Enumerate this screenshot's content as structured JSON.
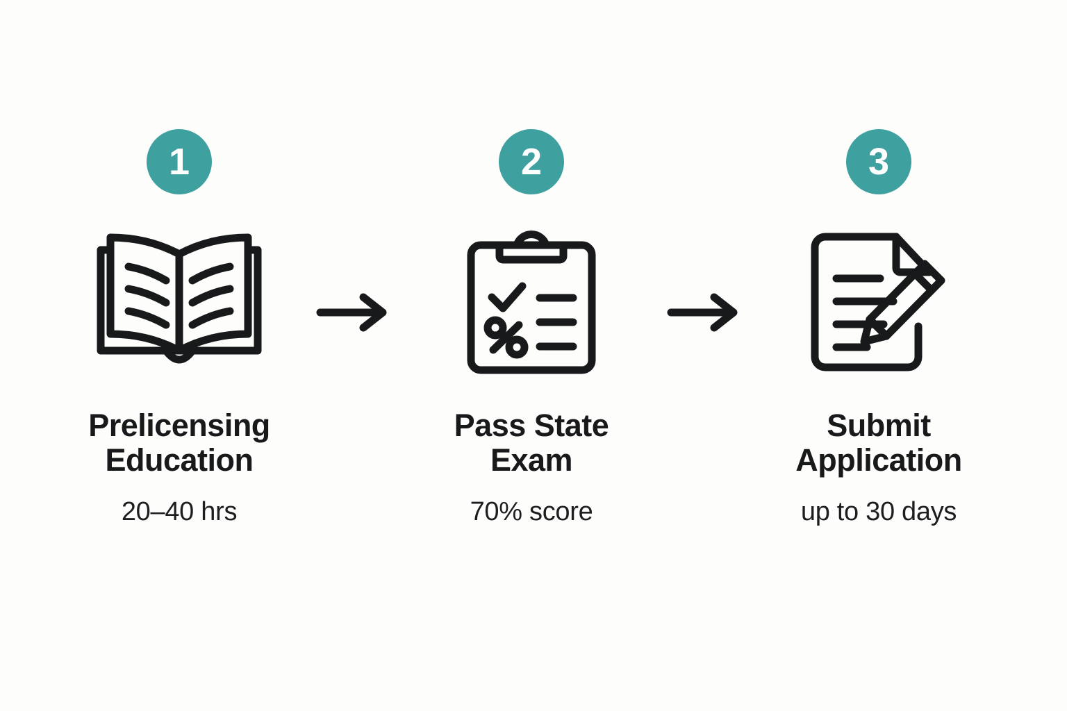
{
  "background_color": "#FDFDFC",
  "accent_color": "#3FA0A0",
  "text_color": "#18191A",
  "icon_color": "#18191A",
  "diagram": {
    "type": "horizontal-process-flow",
    "step_count": 3,
    "connector": "arrow-right",
    "steps": [
      {
        "number": "1",
        "icon": "open-book-icon",
        "title": "Prelicensing\nEducation",
        "title_line_1": "Prelicensing",
        "title_line_2": "Education",
        "subtitle": "20–40 hrs"
      },
      {
        "number": "2",
        "icon": "clipboard-checklist-icon",
        "title": "Pass State\nExam",
        "title_line_1": "Pass State",
        "title_line_2": "Exam",
        "subtitle": "70% score"
      },
      {
        "number": "3",
        "icon": "document-pencil-icon",
        "title": "Submit\nApplication",
        "title_line_1": "Submit",
        "title_line_2": "Application",
        "subtitle": "up to 30 days"
      }
    ],
    "arrows": [
      {
        "name": "arrow-step-1-to-2"
      },
      {
        "name": "arrow-step-2-to-3"
      }
    ]
  }
}
